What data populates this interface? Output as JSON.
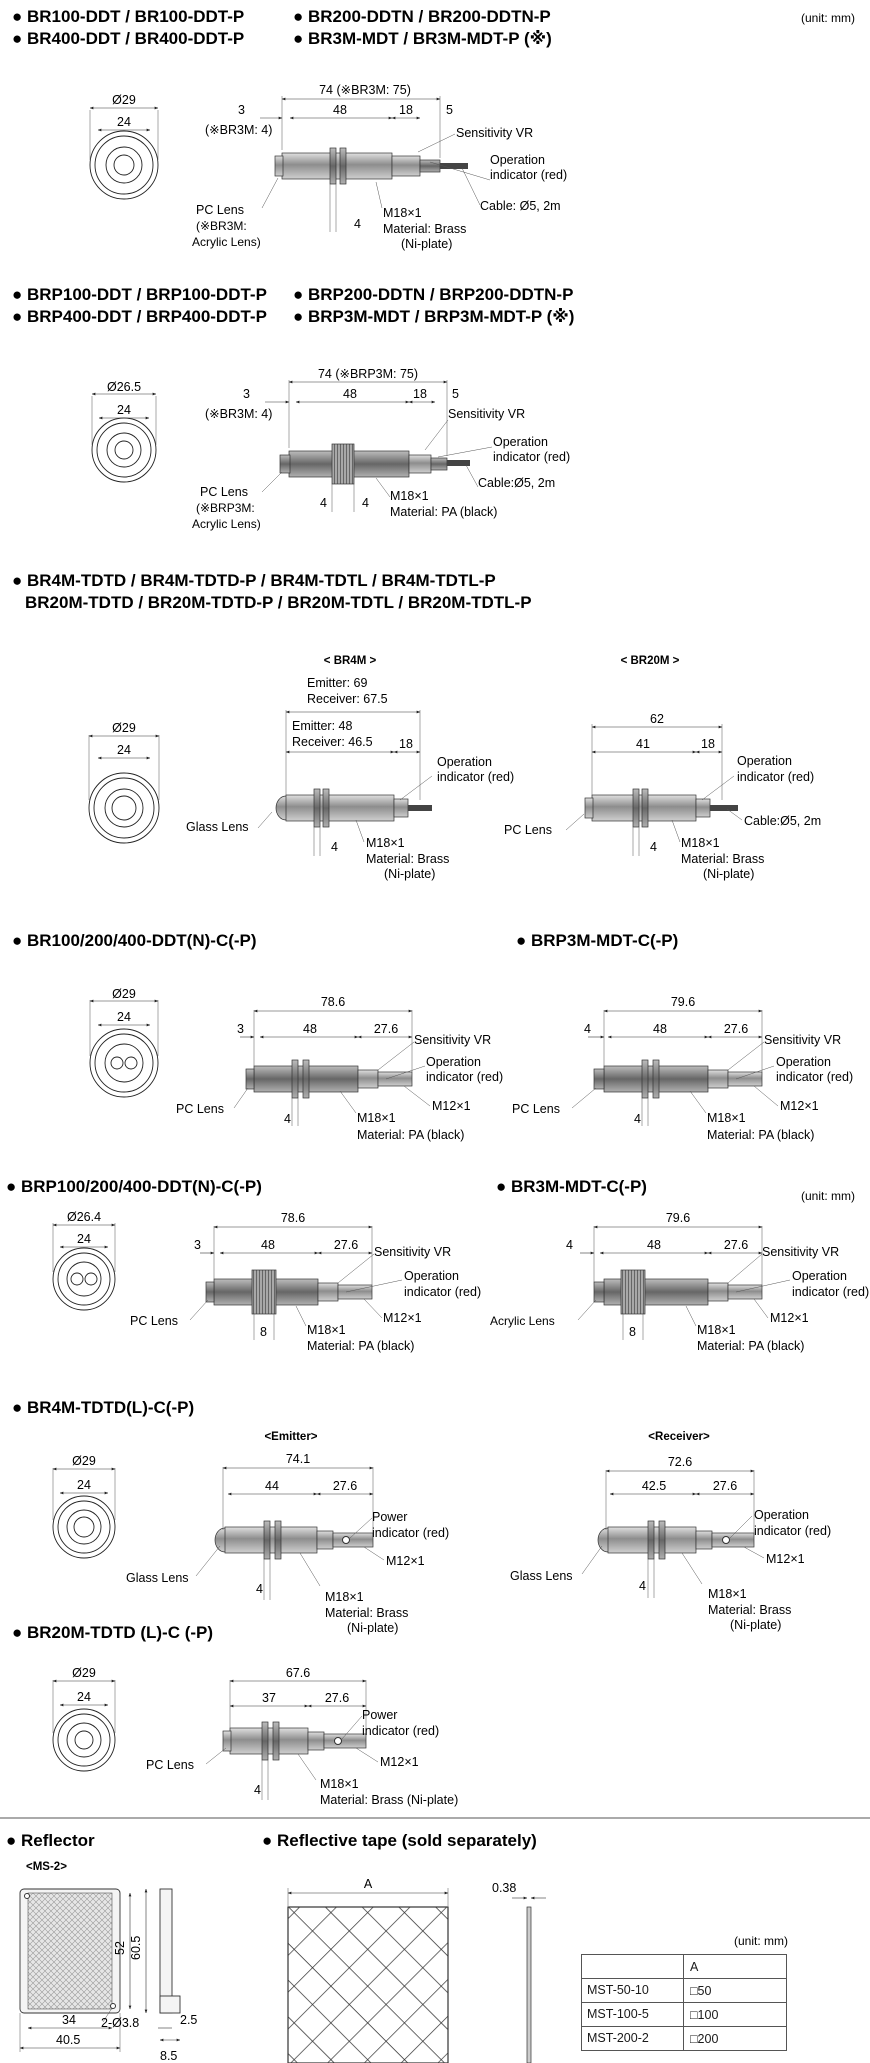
{
  "unit_top": "(unit: mm)",
  "s1": {
    "head1": "● BR100-DDT / BR100-DDT-P",
    "head2": "● BR400-DDT / BR400-DDT-P",
    "head3": "● BR200-DDTN / BR200-DDTN-P",
    "head4": "● BR3M-MDT / BR3M-MDT-P (※)",
    "d_outer": "Ø29",
    "d_inner": "24",
    "total": "74 (※BR3M: 75)",
    "lens_len": "3",
    "lens_len_note": "(※BR3M: 4)",
    "body": "48",
    "rear": "18",
    "tail": "5",
    "nut": "4",
    "sens": "Sensitivity VR",
    "op1": "Operation",
    "op2": "indicator (red)",
    "cable": "Cable: Ø5, 2m",
    "thread": "M18×1",
    "mat1": "Material: Brass",
    "mat2": "(Ni-plate)",
    "lens1": "PC Lens",
    "lens2": "(※BR3M:",
    "lens3": "Acrylic Lens)"
  },
  "s2": {
    "head1": "● BRP100-DDT / BRP100-DDT-P",
    "head2": "● BRP400-DDT / BRP400-DDT-P",
    "head3": "● BRP200-DDTN / BRP200-DDTN-P",
    "head4": "● BRP3M-MDT / BRP3M-MDT-P (※)",
    "d_outer": "Ø26.5",
    "d_inner": "24",
    "total": "74 (※BRP3M: 75)",
    "lens_len": "3",
    "lens_len_note": "(※BR3M: 4)",
    "body": "48",
    "rear": "18",
    "tail": "5",
    "nut1": "4",
    "nut2": "4",
    "sens": "Sensitivity VR",
    "op1": "Operation",
    "op2": "indicator (red)",
    "cable": "Cable:Ø5, 2m",
    "thread": "M18×1",
    "mat": "Material: PA (black)",
    "lens1": "PC Lens",
    "lens2": "(※BRP3M:",
    "lens3": "Acrylic Lens)"
  },
  "s3": {
    "head1": "● BR4M-TDTD / BR4M-TDTD-P / BR4M-TDTL / BR4M-TDTL-P",
    "head2": "BR20M-TDTD / BR20M-TDTD-P / BR20M-TDTL / BR20M-TDTL-P",
    "sub_a": "< BR4M >",
    "sub_b": "< BR20M >",
    "d_outer": "Ø29",
    "d_inner": "24",
    "a_total1": "Emitter: 69",
    "a_total2": "Receiver: 67.5",
    "a_body1": "Emitter: 48",
    "a_body2": "Receiver: 46.5",
    "a_rear": "18",
    "a_nut": "4",
    "a_op1": "Operation",
    "a_op2": "indicator (red)",
    "a_lens": "Glass Lens",
    "a_thread": "M18×1",
    "a_mat1": "Material: Brass",
    "a_mat2": "(Ni-plate)",
    "b_total": "62",
    "b_body": "41",
    "b_rear": "18",
    "b_nut": "4",
    "b_op1": "Operation",
    "b_op2": "indicator (red)",
    "b_cable": "Cable:Ø5, 2m",
    "b_lens": "PC Lens",
    "b_thread": "M18×1",
    "b_mat1": "Material: Brass",
    "b_mat2": "(Ni-plate)"
  },
  "s4": {
    "head_a": "● BR100/200/400-DDT(N)-C(-P)",
    "head_b": "● BRP3M-MDT-C(-P)",
    "d_outer": "Ø29",
    "d_inner": "24",
    "a_total": "78.6",
    "a_lens_len": "3",
    "a_body": "48",
    "a_rear": "27.6",
    "a_nut": "4",
    "b_total": "79.6",
    "b_lens_len": "4",
    "b_body": "48",
    "b_rear": "27.6",
    "b_nut": "4",
    "sens": "Sensitivity VR",
    "op1": "Operation",
    "op2": "indicator (red)",
    "conn": "M12×1",
    "thread": "M18×1",
    "mat": "Material: PA (black)",
    "lens": "PC Lens"
  },
  "s5": {
    "head_a": "● BRP100/200/400-DDT(N)-C(-P)",
    "head_b": "● BR3M-MDT-C(-P)",
    "unit": "(unit: mm)",
    "d_outer": "Ø26.4",
    "d_inner": "24",
    "a_total": "78.6",
    "a_lens_len": "3",
    "a_body": "48",
    "a_rear": "27.6",
    "a_nut": "8",
    "b_total": "79.6",
    "b_lens_len": "4",
    "b_body": "48",
    "b_rear": "27.6",
    "b_nut": "8",
    "sens": "Sensitivity VR",
    "op1": "Operation",
    "op2": "indicator (red)",
    "conn": "M12×1",
    "thread": "M18×1",
    "mat": "Material: PA (black)",
    "a_lens": "PC Lens",
    "b_lens": "Acrylic Lens"
  },
  "s6": {
    "head": "● BR4M-TDTD(L)-C(-P)",
    "sub_a": "<Emitter>",
    "sub_b": "<Receiver>",
    "d_outer": "Ø29",
    "d_inner": "24",
    "a_total": "74.1",
    "a_body": "44",
    "a_rear": "27.6",
    "a_nut": "4",
    "a_ind1": "Power",
    "a_ind2": "indicator (red)",
    "b_total": "72.6",
    "b_body": "42.5",
    "b_rear": "27.6",
    "b_nut": "4",
    "b_ind1": "Operation",
    "b_ind2": "indicator (red)",
    "conn": "M12×1",
    "thread": "M18×1",
    "mat1": "Material: Brass",
    "mat2": "(Ni-plate)",
    "lens": "Glass Lens"
  },
  "s7": {
    "head": "● BR20M-TDTD (L)-C (-P)",
    "d_outer": "Ø29",
    "d_inner": "24",
    "total": "67.6",
    "body": "37",
    "rear": "27.6",
    "nut": "4",
    "ind1": "Power",
    "ind2": "indicator (red)",
    "conn": "M12×1",
    "thread": "M18×1",
    "mat": "Material: Brass (Ni-plate)",
    "lens": "PC Lens"
  },
  "s8": {
    "head_a": "● Reflector",
    "head_b": "● Reflective tape (sold separately)",
    "model": "<MS-2>",
    "w_in": "34",
    "w_out": "40.5",
    "h_in": "52",
    "h_out": "60.5",
    "hole": "2-Ø3.8",
    "thick1": "2.5",
    "thick2": "8.5",
    "tape_a": "A",
    "tape_t": "0.38",
    "unit": "(unit: mm)",
    "table_head": [
      "",
      "A"
    ],
    "table_rows": [
      [
        "MST-50-10",
        "□50"
      ],
      [
        "MST-100-5",
        "□100"
      ],
      [
        "MST-200-2",
        "□200"
      ]
    ]
  }
}
